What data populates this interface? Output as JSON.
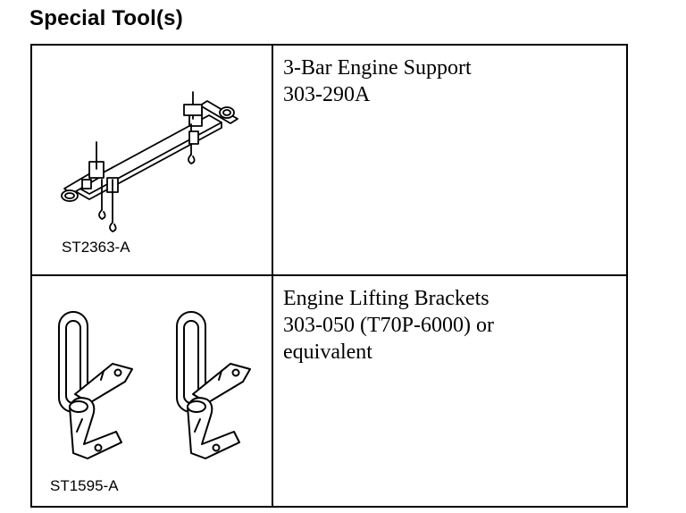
{
  "heading": "Special Tool(s)",
  "tools": [
    {
      "illustration": "engine-support-bar",
      "code": "ST2363-A",
      "name": "3-Bar Engine Support",
      "number": "303-290A"
    },
    {
      "illustration": "lifting-brackets",
      "code": "ST1595-A",
      "name": "Engine Lifting Brackets",
      "number": "303-050 (T70P-6000) or",
      "number_cont": "equivalent"
    }
  ]
}
